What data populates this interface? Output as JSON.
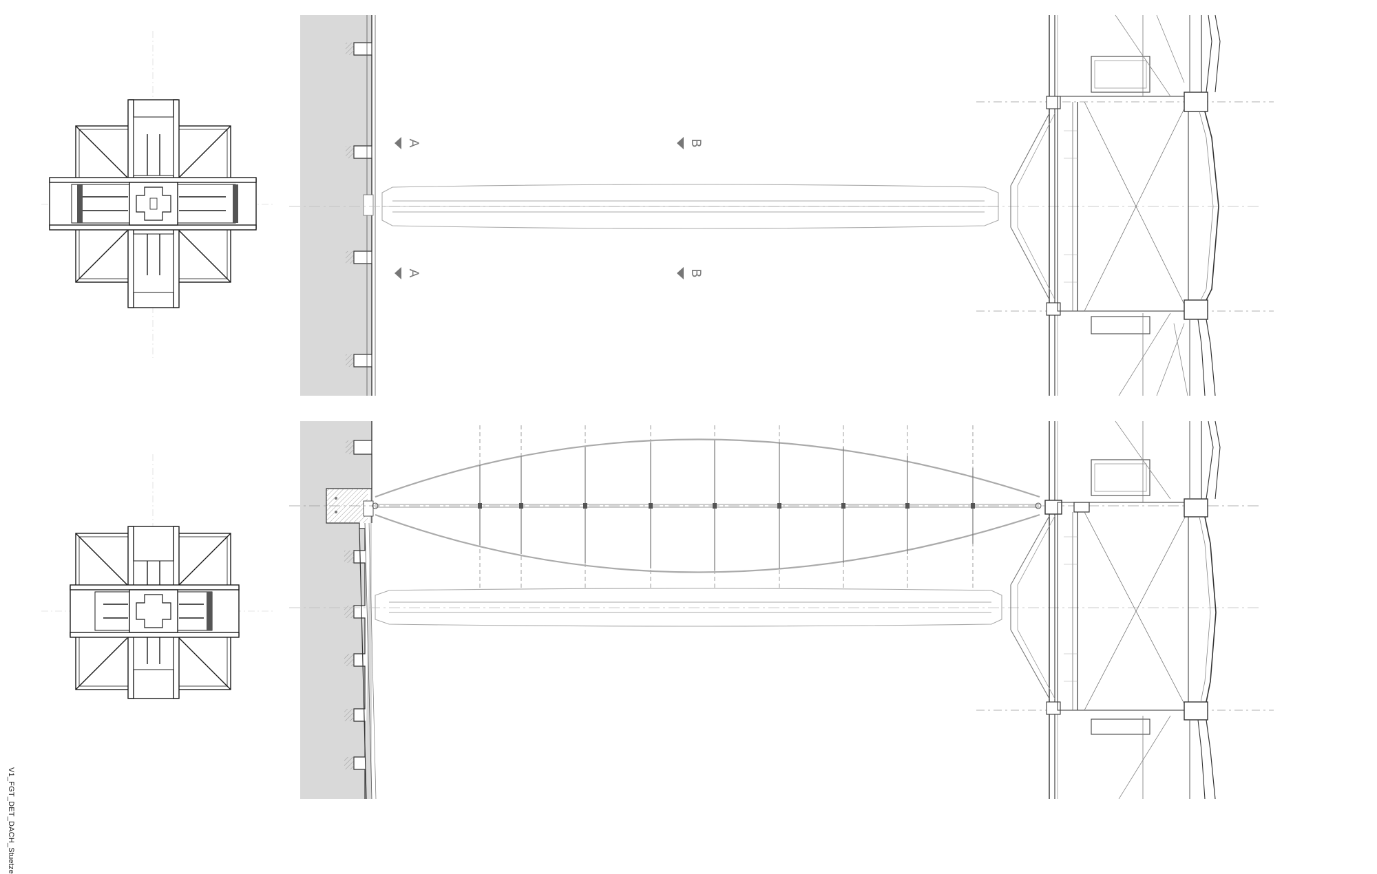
{
  "sheet": {
    "file_label": "V1_FGT_DET_DACH_Stuetze"
  },
  "section_markers": {
    "a_label": "A",
    "b_label": "B"
  },
  "colors": {
    "line_dark": "#1a1a1a",
    "line_mid": "#666666",
    "line_light": "#aaaaaa",
    "wall_fill": "#d9d9d9",
    "hatch": "#8a8a8a",
    "marker": "#777777"
  }
}
